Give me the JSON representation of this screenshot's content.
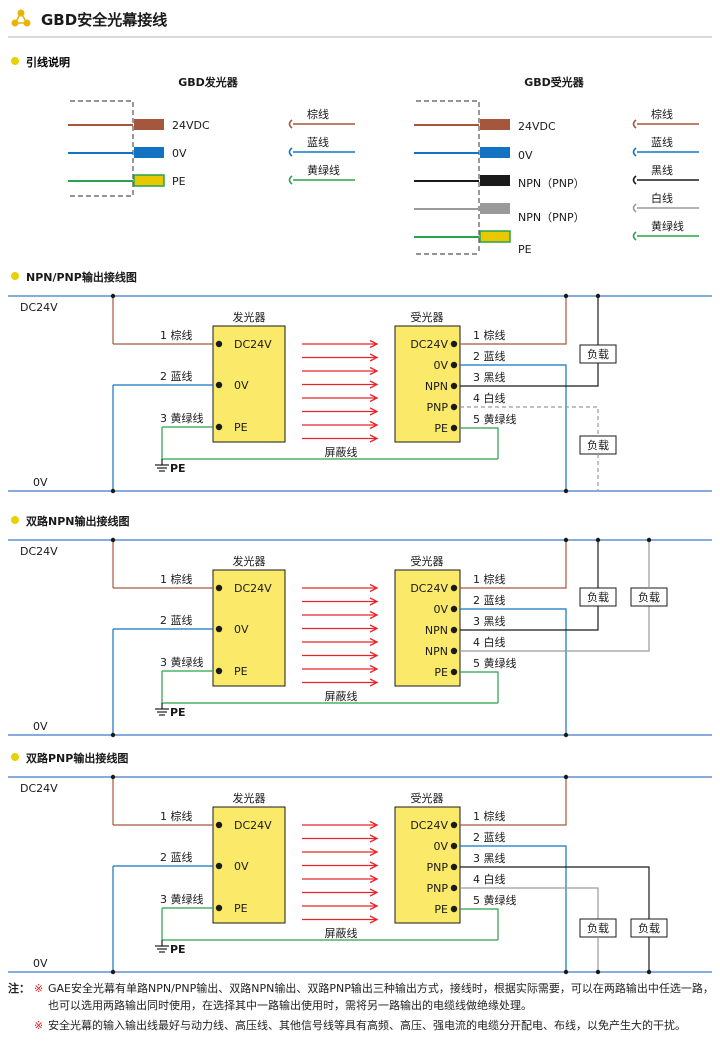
{
  "header": {
    "title": "GBD安全光幕接线"
  },
  "lead_section": {
    "title": "引线说明",
    "emitter": {
      "title": "GBD发光器",
      "wires": [
        {
          "label": "24VDC",
          "color": "#a5573e"
        },
        {
          "label": "0V",
          "color": "#1273c2"
        },
        {
          "label": "PE",
          "color": "#2aa24a",
          "stripe": "#e8c800"
        }
      ],
      "legend": [
        {
          "label": "棕线",
          "color": "#a5573e"
        },
        {
          "label": "蓝线",
          "color": "#1273c2"
        },
        {
          "label": "黄绿线",
          "color": "#2aa24a"
        }
      ]
    },
    "receiver": {
      "title": "GBD受光器",
      "wires": [
        {
          "label": "24VDC",
          "color": "#a5573e"
        },
        {
          "label": "0V",
          "color": "#1273c2"
        },
        {
          "label": "NPN（PNP）",
          "color": "#1a1a1a"
        },
        {
          "label": "NPN（PNP）",
          "color": "#9a9a9a"
        },
        {
          "label": "PE",
          "color": "#2aa24a",
          "stripe": "#e8c800"
        }
      ],
      "legend": [
        {
          "label": "棕线",
          "color": "#a5573e"
        },
        {
          "label": "蓝线",
          "color": "#1273c2"
        },
        {
          "label": "黑线",
          "color": "#1a1a1a"
        },
        {
          "label": "白线",
          "color": "#9a9a9a"
        },
        {
          "label": "黄绿线",
          "color": "#2aa24a"
        }
      ]
    }
  },
  "diagrams": [
    {
      "title": "NPN/PNP输出接线图",
      "dc_label": "DC24V",
      "zero_label": "0V",
      "emitter_title": "发光器",
      "emitter_pins": [
        "DC24V",
        "0V",
        "PE"
      ],
      "emitter_wires": [
        "1 棕线",
        "2 蓝线",
        "3 黄绿线"
      ],
      "receiver_title": "受光器",
      "receiver_pins": [
        "DC24V",
        "0V",
        "NPN",
        "PNP",
        "PE"
      ],
      "receiver_wires": [
        "1 棕线",
        "2 蓝线",
        "3 黑线",
        "4 白线",
        "5 黄绿线"
      ],
      "shield_label": "屏蔽线",
      "pe_label": "PE",
      "loads": [
        "负载",
        "负载"
      ]
    },
    {
      "title": "双路NPN输出接线图",
      "dc_label": "DC24V",
      "zero_label": "0V",
      "emitter_title": "发光器",
      "emitter_pins": [
        "DC24V",
        "0V",
        "PE"
      ],
      "emitter_wires": [
        "1 棕线",
        "2 蓝线",
        "3 黄绿线"
      ],
      "receiver_title": "受光器",
      "receiver_pins": [
        "DC24V",
        "0V",
        "NPN",
        "NPN",
        "PE"
      ],
      "receiver_wires": [
        "1 棕线",
        "2 蓝线",
        "3 黑线",
        "4 白线",
        "5 黄绿线"
      ],
      "shield_label": "屏蔽线",
      "pe_label": "PE",
      "loads": [
        "负载",
        "负载"
      ]
    },
    {
      "title": "双路PNP输出接线图",
      "dc_label": "DC24V",
      "zero_label": "0V",
      "emitter_title": "发光器",
      "emitter_pins": [
        "DC24V",
        "0V",
        "PE"
      ],
      "emitter_wires": [
        "1 棕线",
        "2 蓝线",
        "3 黄绿线"
      ],
      "receiver_title": "受光器",
      "receiver_pins": [
        "DC24V",
        "0V",
        "PNP",
        "PNP",
        "PE"
      ],
      "receiver_wires": [
        "1 棕线",
        "2 蓝线",
        "3 黑线",
        "4 白线",
        "5 黄绿线"
      ],
      "shield_label": "屏蔽线",
      "pe_label": "PE",
      "loads": [
        "负载",
        "负载"
      ]
    }
  ],
  "notes": {
    "label": "注：",
    "mark": "※",
    "items": [
      "GAE安全光幕有单路NPN/PNP输出、双路NPN输出、双路PNP输出三种输出方式，接线时，根据实际需要，可以在两路输出中任选一路，也可以选用两路输出同时使用，在选择其中一路输出使用时，需将另一路输出的电缆线做绝缘处理。",
      "安全光幕的输入输出线最好与动力线、高压线、其他信号线等具有高频、高压、强电流的电缆分开配电、布线，以免产生大的干扰。"
    ]
  },
  "colors": {
    "brown": "#a5573e",
    "blue": "#1273c2",
    "black": "#1a1a1a",
    "gray": "#9a9a9a",
    "green": "#2aa24a",
    "yellow": "#e8c800",
    "box_fill": "#fbe96a",
    "beam": "#e8242b",
    "bus": "#3a7bc8",
    "header_icon": "#e8b400"
  }
}
